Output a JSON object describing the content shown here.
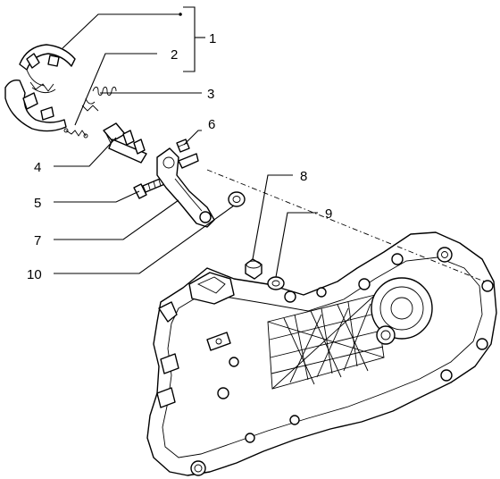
{
  "callouts": [
    {
      "id": "1",
      "label": "1"
    },
    {
      "id": "2",
      "label": "2"
    },
    {
      "id": "3",
      "label": "3"
    },
    {
      "id": "4",
      "label": "4"
    },
    {
      "id": "5",
      "label": "5"
    },
    {
      "id": "6",
      "label": "6"
    },
    {
      "id": "7",
      "label": "7"
    },
    {
      "id": "8",
      "label": "8"
    },
    {
      "id": "9",
      "label": "9"
    },
    {
      "id": "10",
      "label": "10"
    }
  ],
  "parts": [
    {
      "id": "brake-shoes",
      "icon": "brake-shoe-pair-icon"
    },
    {
      "id": "brake-spring-small",
      "icon": "spring-icon"
    },
    {
      "id": "brake-spring",
      "icon": "spring-icon"
    },
    {
      "id": "brake-cam",
      "icon": "cam-shaft-icon"
    },
    {
      "id": "bolt",
      "icon": "bolt-icon"
    },
    {
      "id": "clip",
      "icon": "clip-icon"
    },
    {
      "id": "brake-lever",
      "icon": "lever-icon"
    },
    {
      "id": "pin",
      "icon": "pin-icon"
    },
    {
      "id": "washer-9",
      "icon": "washer-icon"
    },
    {
      "id": "washer-10",
      "icon": "washer-icon"
    },
    {
      "id": "crankcase",
      "icon": "crankcase-icon"
    }
  ]
}
